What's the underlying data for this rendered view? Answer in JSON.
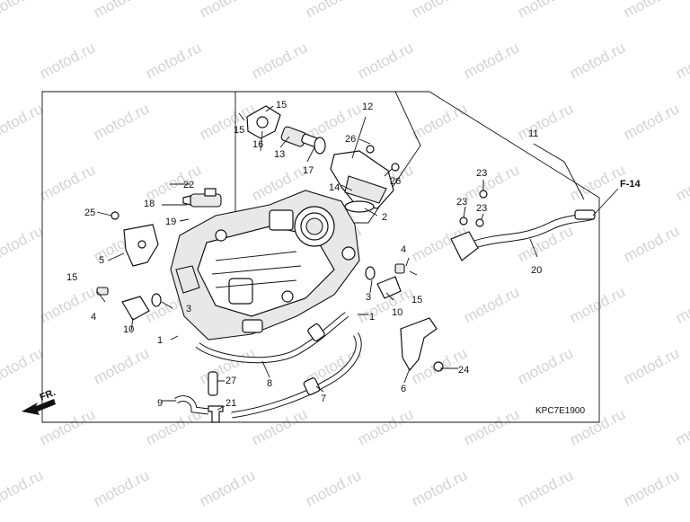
{
  "diagram": {
    "code": "KPC7E1900",
    "front_label": "FR.",
    "ref_label": "F-14",
    "watermark": "motod.ru",
    "callouts": {
      "c1a": "1",
      "c1b": "1",
      "c2": "2",
      "c3a": "3",
      "c3b": "3",
      "c4a": "4",
      "c4b": "4",
      "c5": "5",
      "c6": "6",
      "c7": "7",
      "c8": "8",
      "c9": "9",
      "c10a": "10",
      "c10b": "10",
      "c11": "11",
      "c12": "12",
      "c13": "13",
      "c14": "14",
      "c15a": "15",
      "c15b": "15",
      "c15c": "15",
      "c15d": "15",
      "c16": "16",
      "c17": "17",
      "c18": "18",
      "c19": "19",
      "c20": "20",
      "c21": "21",
      "c22": "22",
      "c23a": "23",
      "c23b": "23",
      "c23c": "23",
      "c24": "24",
      "c25": "25",
      "c26a": "26",
      "c26b": "26",
      "c27": "27"
    }
  }
}
